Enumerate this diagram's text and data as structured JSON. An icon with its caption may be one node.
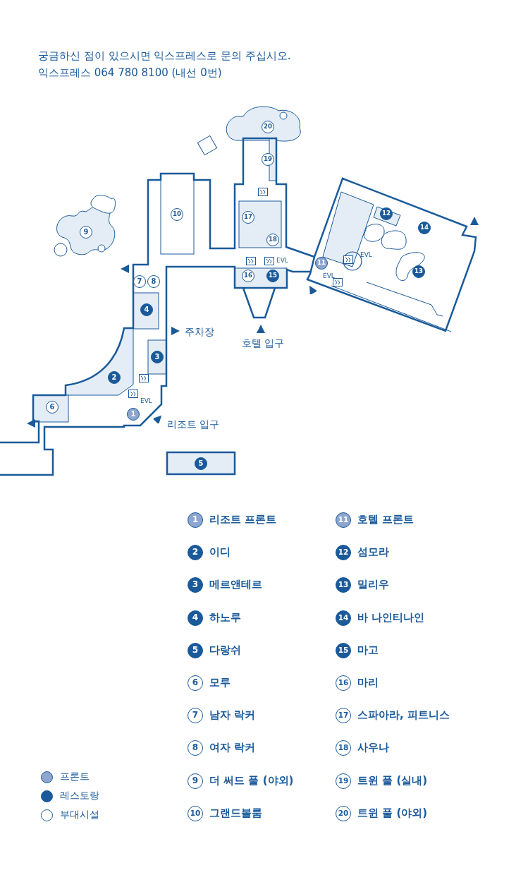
{
  "diagram": {
    "labels": [
      "궁금하신 점이 있으시면 익스프레스로 문의 주십시오.",
      "익스프레스 064 780 8100 (내선 0번)",
      "20",
      "19",
      "10",
      "17",
      "12",
      "14",
      "9",
      "18",
      "EVL",
      "11",
      "EVL",
      "13",
      "16",
      "15",
      "EVL",
      "7",
      "8",
      "4",
      "주차장",
      "호텔 입구",
      "3",
      "2",
      "EVL",
      "6",
      "1",
      "리조트 입구",
      "5",
      "1",
      "리조트 프론트",
      "11",
      "호텔 프론트",
      "2",
      "이디",
      "12",
      "섬모라",
      "3",
      "메르앤테르",
      "13",
      "밀리우",
      "4",
      "하노루",
      "14",
      "바 나인티나인",
      "5",
      "다랑쉬",
      "15",
      "마고",
      "6",
      "모루",
      "16",
      "마리",
      "7",
      "남자 락커",
      "17",
      "스파아라, 피트니스",
      "8",
      "여자 락커",
      "18",
      "사우나",
      "9",
      "더 써드 풀 (야외)",
      "19",
      "트윈 풀 (실내)",
      "10",
      "그랜드볼룸",
      "20",
      "트윈 풀 (야외)"
    ],
    "legend": [
      {
        "text": "프론트",
        "color": "#8ea5cf"
      },
      {
        "text": "레스토랑",
        "color": "#1a5a9a"
      },
      {
        "text": "부대시설",
        "color": "#ffffff"
      }
    ]
  }
}
